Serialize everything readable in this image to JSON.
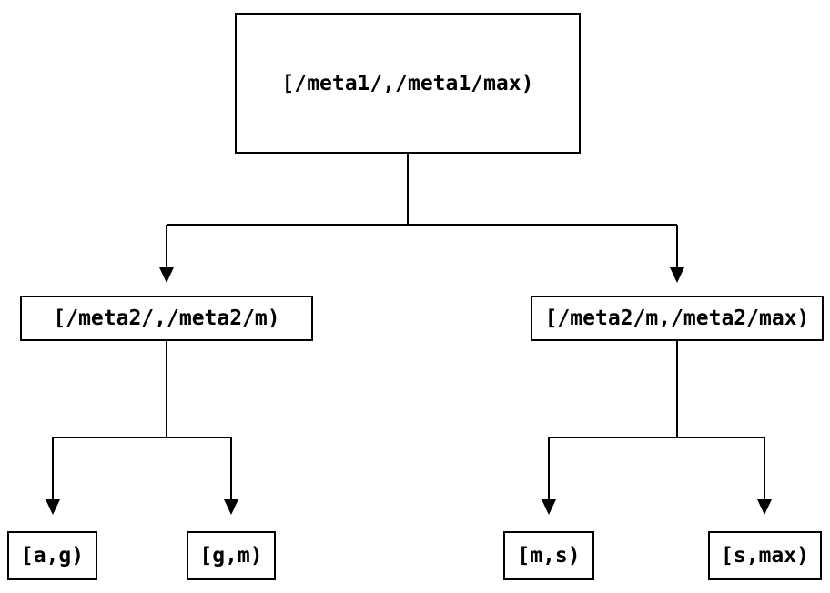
{
  "tree": {
    "label": "[/meta1/,/meta1/max)",
    "children": [
      {
        "label": "[/meta2/,/meta2/m)",
        "children": [
          {
            "label": "[a,g)"
          },
          {
            "label": "[g,m)"
          }
        ]
      },
      {
        "label": "[/meta2/m,/meta2/max)",
        "children": [
          {
            "label": "[m,s)"
          },
          {
            "label": "[s,max)"
          }
        ]
      }
    ]
  },
  "colors": {
    "line": "#000000",
    "text": "#000000",
    "background": "#ffffff"
  }
}
